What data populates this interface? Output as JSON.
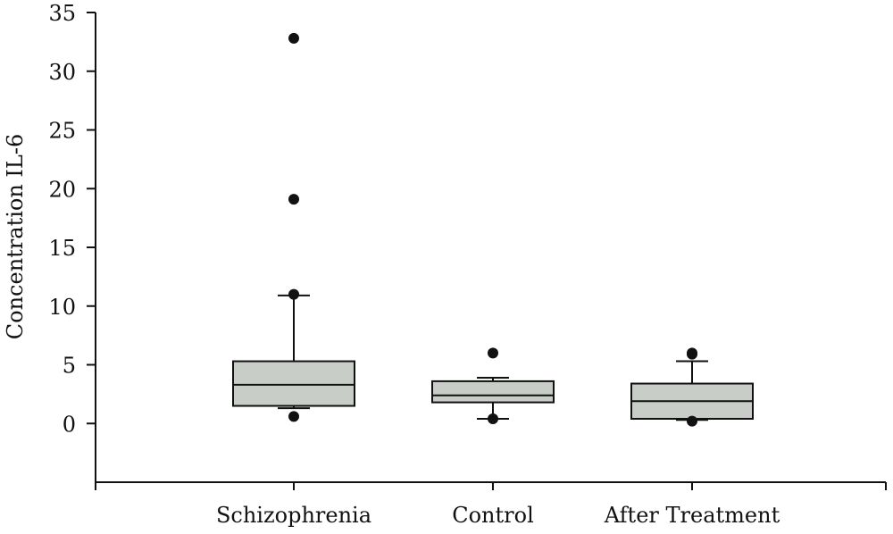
{
  "chart_data": {
    "type": "box",
    "title": "",
    "xlabel": "",
    "ylabel": "Concentration IL-6",
    "ylim": [
      -5,
      35
    ],
    "yticks": [
      0,
      5,
      10,
      15,
      20,
      25,
      30,
      35
    ],
    "grid": false,
    "box_color": "#c8cdc8",
    "line_color": "#111111",
    "categories": [
      "Schizophrenia",
      "Control",
      "After Treatment"
    ],
    "series": [
      {
        "q1": 1.5,
        "median": 3.3,
        "q3": 5.3,
        "whisker_low": 1.3,
        "whisker_high": 10.9,
        "outliers": [
          0.6,
          11.0,
          19.1,
          32.8
        ]
      },
      {
        "q1": 1.8,
        "median": 2.4,
        "q3": 3.6,
        "whisker_low": 0.4,
        "whisker_high": 3.9,
        "outliers": [
          0.4,
          6.0
        ]
      },
      {
        "q1": 0.4,
        "median": 1.9,
        "q3": 3.4,
        "whisker_low": 0.3,
        "whisker_high": 5.3,
        "outliers": [
          0.2,
          5.9,
          6.0
        ]
      }
    ]
  }
}
